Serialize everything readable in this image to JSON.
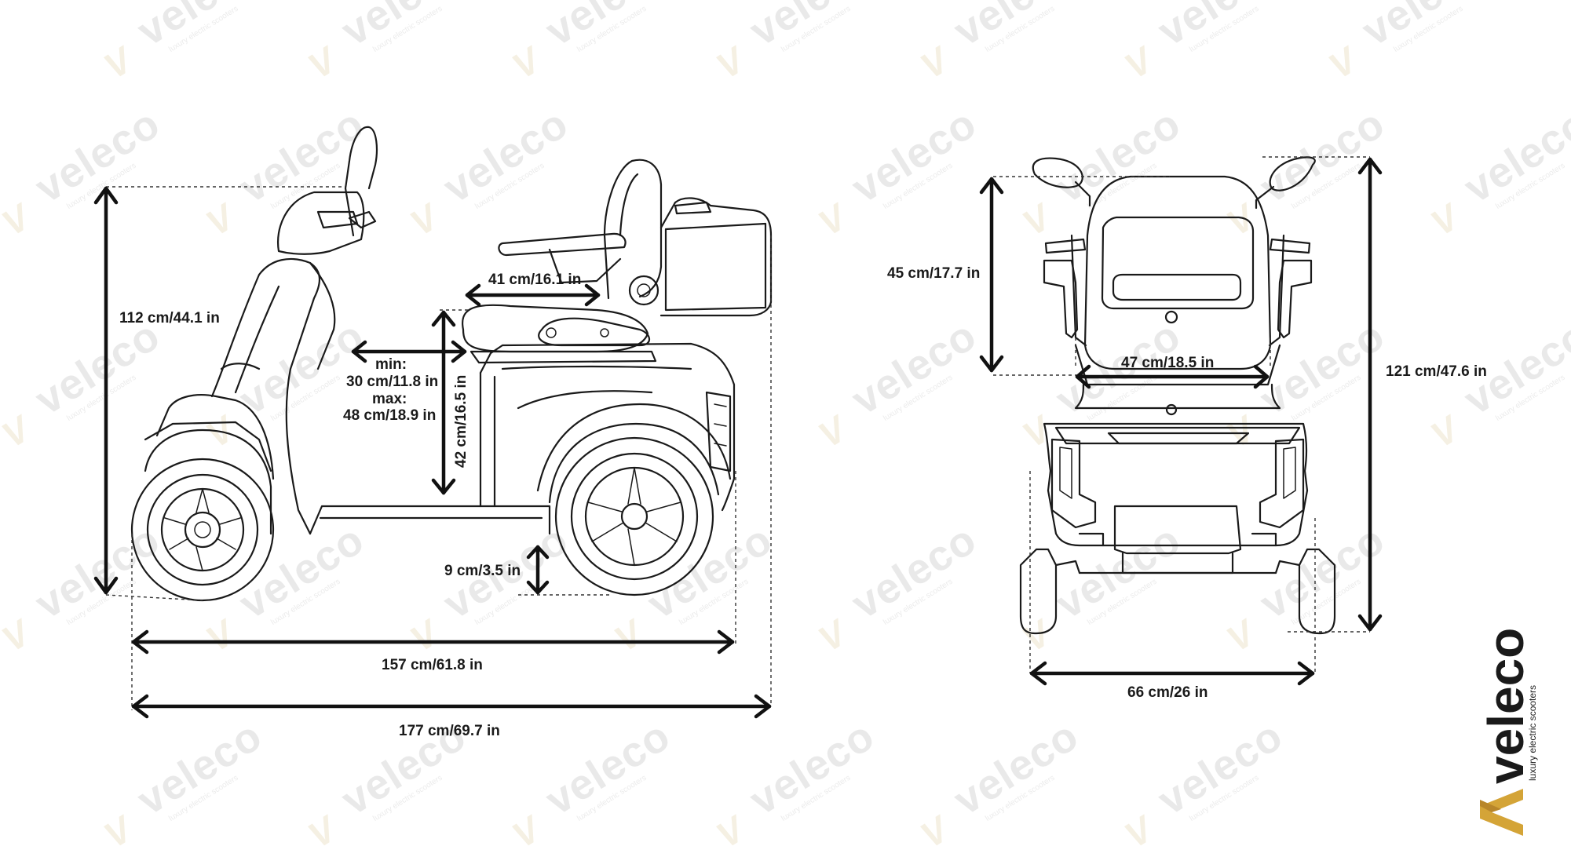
{
  "brand": {
    "name": "veleco",
    "tagline": "luxury electric scooters",
    "accent": "#d4a437"
  },
  "side_view": {
    "dimensions": {
      "height": "112 cm/44.1 in",
      "seat_depth": "41 cm/16.1 in",
      "seat_distance_min_label": "min:",
      "seat_distance_min": "30 cm/11.8 in",
      "seat_distance_max_label": "max:",
      "seat_distance_max": "48 cm/18.9 in",
      "seat_height": "42 cm/16.5 in",
      "ground_clearance": "9 cm/3.5 in",
      "wheelbase_length": "157 cm/61.8 in",
      "total_length": "177 cm/69.7 in"
    }
  },
  "front_view": {
    "dimensions": {
      "backrest_height": "45 cm/17.7 in",
      "seat_width": "47 cm/18.5 in",
      "total_height": "121 cm/47.6 in",
      "total_width": "66 cm/26 in"
    }
  }
}
